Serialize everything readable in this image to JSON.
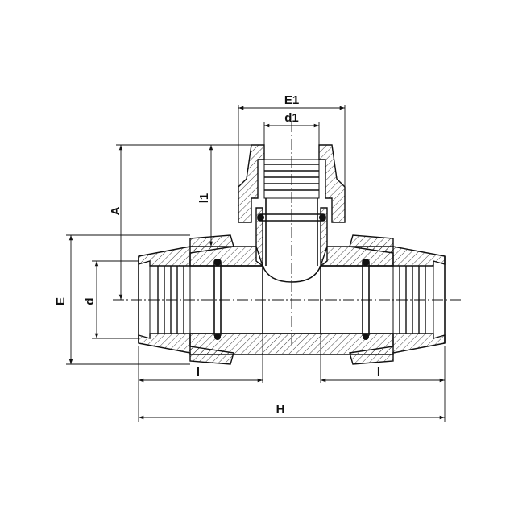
{
  "labels": {
    "E1": "E1",
    "d1": "d1",
    "A": "A",
    "l1": "l1",
    "E": "E",
    "d": "d",
    "l_left": "l",
    "l_right": "l",
    "H": "H"
  },
  "colors": {
    "ink": "#111111",
    "background": "#ffffff"
  }
}
